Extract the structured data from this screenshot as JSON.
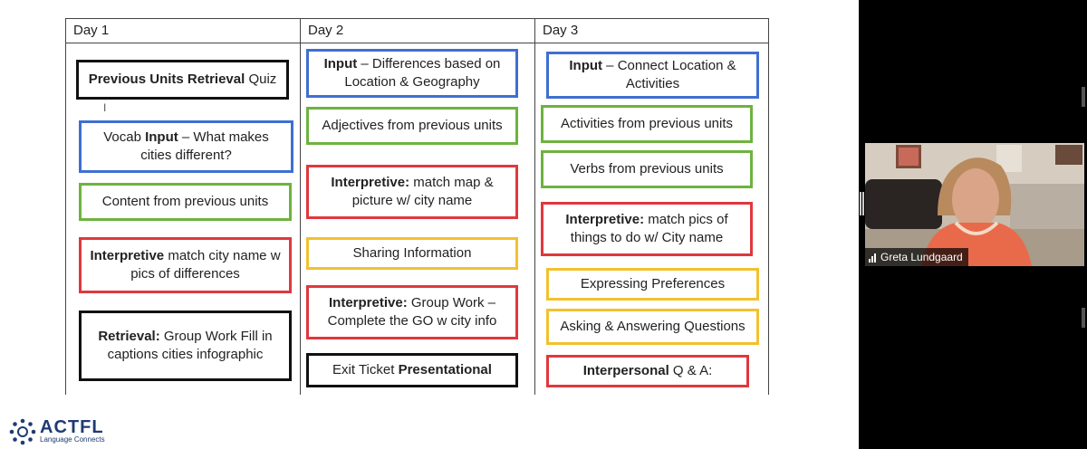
{
  "slide": {
    "days": [
      "Day 1",
      "Day 2",
      "Day 3"
    ],
    "day1": {
      "b1": {
        "bold": "Previous Units Retrieval",
        "text": " Quiz"
      },
      "b2": {
        "pre": "Vocab ",
        "bold": "Input",
        "text": " – What makes cities different?"
      },
      "b3": {
        "text": "Content from previous units"
      },
      "b4": {
        "bold": "Interpretive",
        "text": " match city name w pics of differences"
      },
      "b5": {
        "bold": "Retrieval:",
        "text": " Group Work Fill in captions cities infographic"
      }
    },
    "day2": {
      "b1": {
        "bold": "Input",
        "text": " – Differences based on Location & Geography"
      },
      "b2": {
        "text": "Adjectives from previous units"
      },
      "b3": {
        "bold": "Interpretive:",
        "text": " match map & picture w/ city name"
      },
      "b4": {
        "text": "Sharing Information"
      },
      "b5": {
        "bold": "Interpretive:",
        "text": " Group Work – Complete the GO w city info"
      },
      "b6": {
        "text": "Exit Ticket ",
        "bold": "Presentational"
      }
    },
    "day3": {
      "b1": {
        "bold": "Input",
        "text": " – Connect Location & Activities"
      },
      "b2": {
        "text": "Activities from previous units"
      },
      "b3": {
        "text": "Verbs from previous units"
      },
      "b4": {
        "bold": "Interpretive:",
        "text": " match pics of things to do w/ City name"
      },
      "b5": {
        "text": "Expressing Preferences"
      },
      "b6": {
        "text": "Asking & Answering Questions"
      },
      "b7": {
        "bold": "Interpersonal",
        "text": " Q & A:"
      }
    },
    "logo": {
      "name": "ACTFL",
      "sub": "Language Connects"
    }
  },
  "video": {
    "participant_name": "Greta Lundgaard"
  },
  "colors": {
    "black": "#111111",
    "blue": "#3f6fd1",
    "green": "#6db33f",
    "red": "#e0383e",
    "yellow": "#f2c12e"
  },
  "icons": [
    "signal-bars-icon",
    "actfl-logo-icon",
    "cursor-icon"
  ]
}
